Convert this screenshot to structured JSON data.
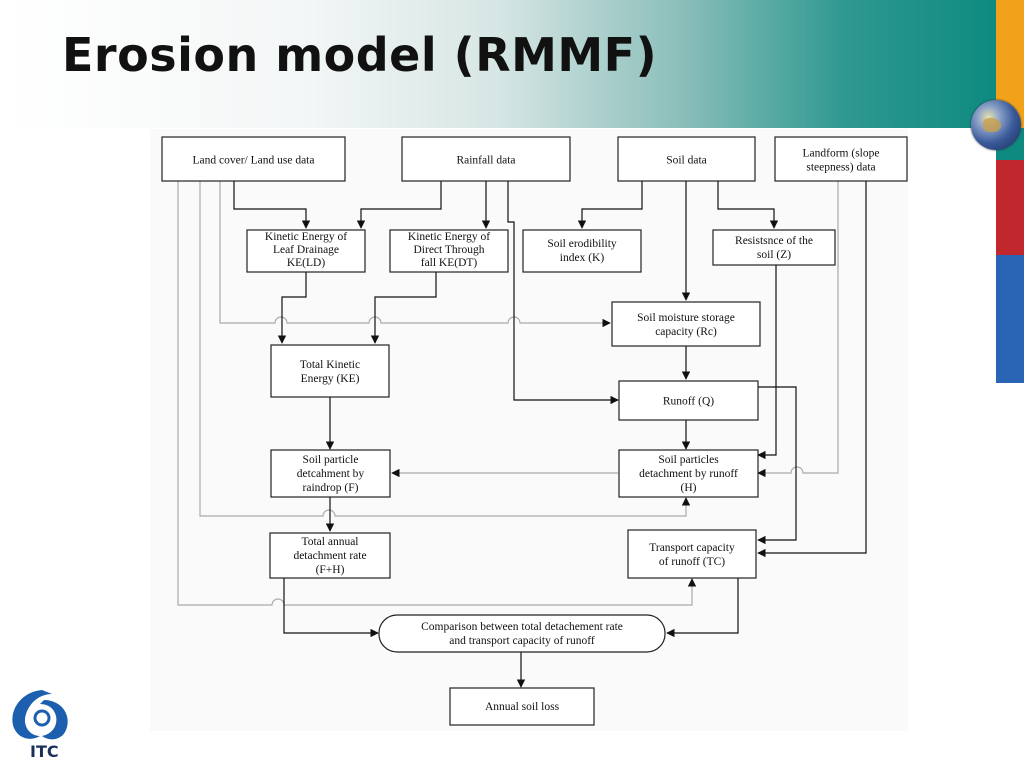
{
  "slide": {
    "title": "Erosion model (RMMF)",
    "logo_text": "ITC",
    "colors": {
      "teal": "#0e8a80",
      "orange": "#f2a21a",
      "red": "#c0282e",
      "blue": "#2a64b4"
    }
  },
  "diagram": {
    "nodes": {
      "land_cover": [
        "Land cover/ Land use data"
      ],
      "rainfall": [
        "Rainfall data"
      ],
      "soil": [
        "Soil data"
      ],
      "landform": [
        "Landform (slope",
        "steepness) data"
      ],
      "ke_ld": [
        "Kinetic Energy of",
        "Leaf Drainage",
        "KE(LD)"
      ],
      "ke_dt": [
        "Kinetic Energy of",
        "Direct Through",
        "fall KE(DT)"
      ],
      "erodibility": [
        "Soil erodibility",
        "index (K)"
      ],
      "resistance": [
        "Resistsnce of  the",
        "soil (Z)"
      ],
      "moisture": [
        "Soil moisture storage",
        "capacity (Rc)"
      ],
      "total_ke": [
        "Total Kinetic",
        "Energy (KE)"
      ],
      "runoff": [
        "Runoff (Q)"
      ],
      "det_rain": [
        "Soil particle",
        "detcahment by",
        "raindrop  (F)"
      ],
      "det_runoff": [
        "Soil particles",
        "detachment by runoff",
        "(H)"
      ],
      "total_det": [
        "Total annual",
        "detachment rate",
        "(F+H)"
      ],
      "transport": [
        "Transport capacity",
        "of runoff (TC)"
      ],
      "comparison": [
        "Comparison between total detachement rate",
        "and transport capacity of runoff"
      ],
      "annual_loss": [
        "Annual soil loss"
      ]
    }
  }
}
